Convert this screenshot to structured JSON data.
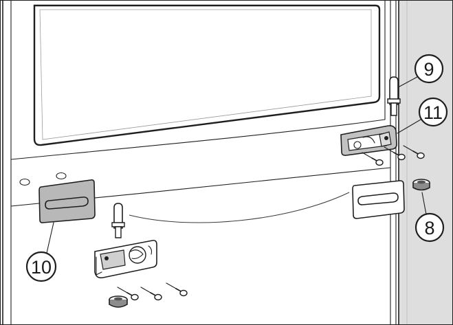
{
  "callouts": [
    {
      "id": "c9",
      "label": "9"
    },
    {
      "id": "c11",
      "label": "11"
    },
    {
      "id": "c8",
      "label": "8"
    },
    {
      "id": "c10",
      "label": "10"
    }
  ],
  "colors": {
    "wall": "#dedede",
    "plate_grey": "#b8b8b8",
    "line": "#1e1e1e",
    "background": "#ffffff"
  },
  "icons": [
    "hinge-bracket-icon",
    "screw-icon",
    "hinge-pin-icon",
    "cap-icon",
    "cover-plate-icon"
  ]
}
